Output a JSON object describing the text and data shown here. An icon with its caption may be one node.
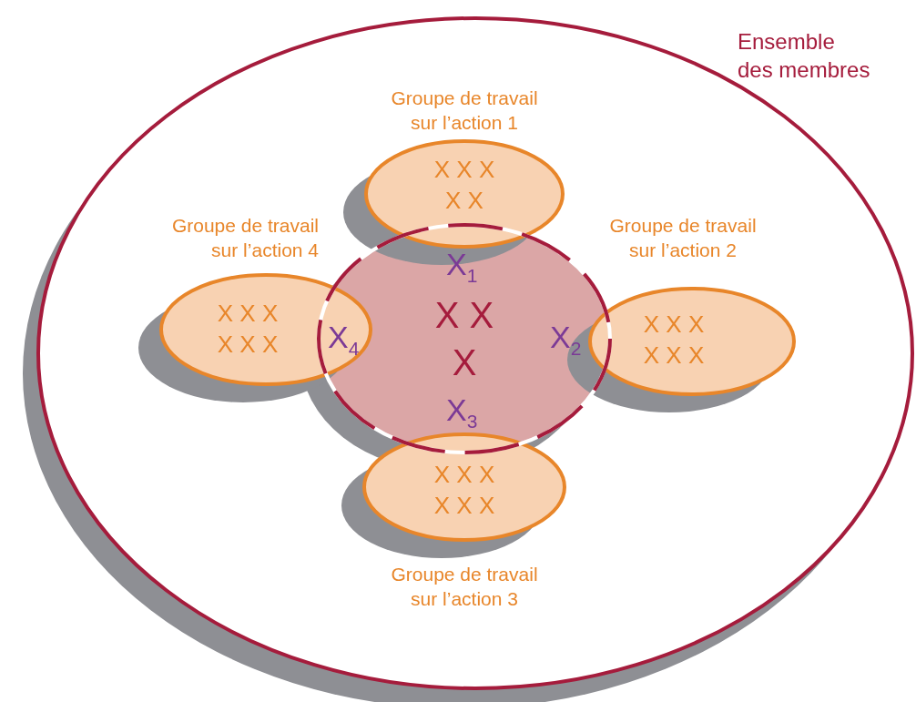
{
  "diagram": {
    "nodes": [
      {
        "text": [
          "Ensemble des membres"
        ]
      },
      {
        "text": [
          "X X X"
        ],
        "in": 0
      },
      {
        "text": [
          "Groupe de travail sur l’action 1",
          "X X X X X"
        ],
        "in": 0
      },
      {
        "text": [
          "Groupe de travail sur l’action 2",
          "X X X X X X"
        ],
        "in": 0
      },
      {
        "text": [
          "X X X X X X",
          "Groupe de travail sur l’action 3"
        ],
        "in": 0
      },
      {
        "text": [
          "Groupe de travail sur l’action 4",
          "X X X X X X"
        ],
        "in": 0
      }
    ],
    "labels": [
      "X$_{1}$",
      "X$_{4}$",
      "X$_{2}$",
      "X$_{3}$"
    ]
  }
}
